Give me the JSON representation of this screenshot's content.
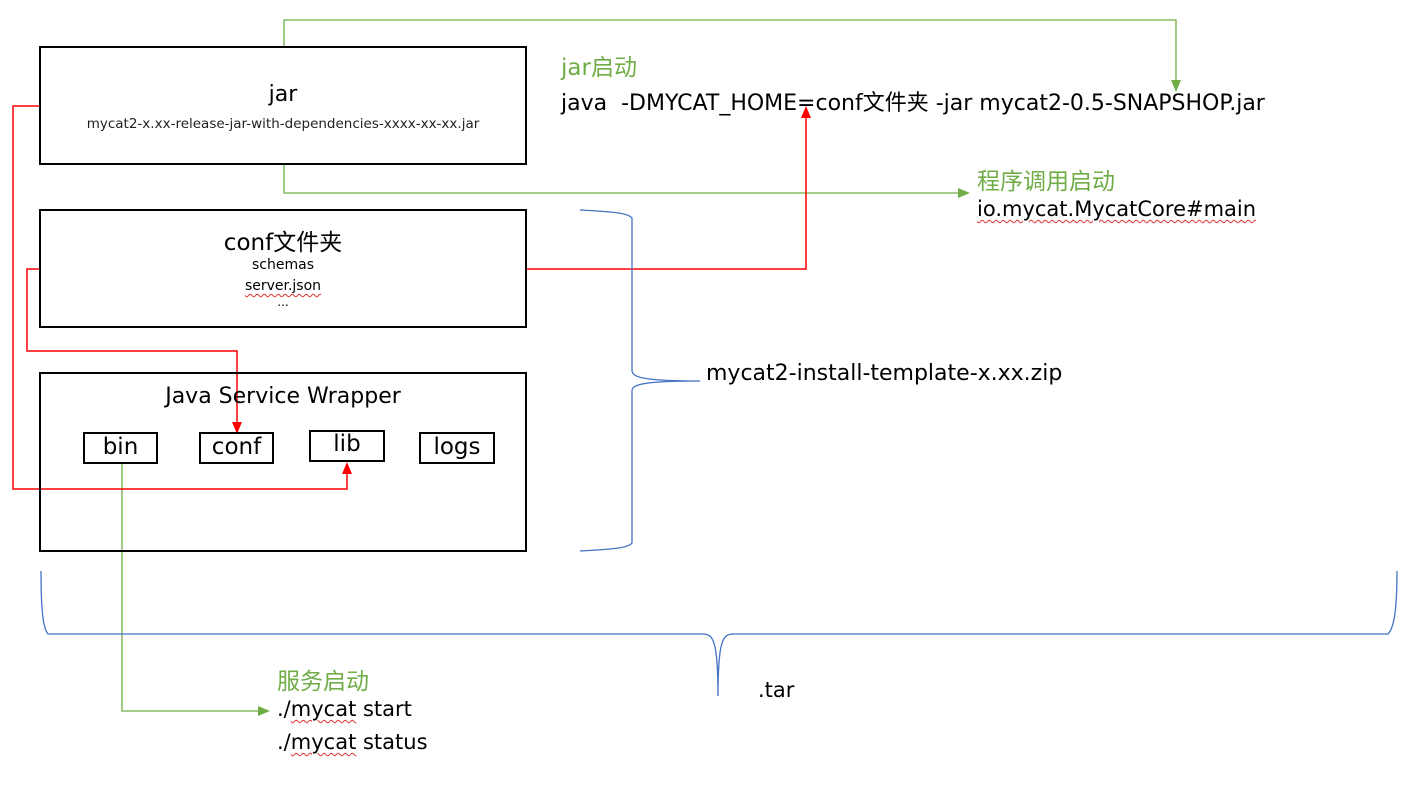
{
  "jar_box": {
    "title": "jar",
    "filename": "mycat2-x.xx-release-jar-with-dependencies-xxxx-xx-xx.jar"
  },
  "conf_box": {
    "title": "conf文件夹",
    "items": [
      "schemas",
      "server.json",
      "..."
    ]
  },
  "wrapper_box": {
    "title": "Java Service Wrapper",
    "folders": [
      "bin",
      "conf",
      "lib",
      "logs"
    ]
  },
  "jar_start": {
    "heading": "jar启动",
    "command_prefix": "java  -DMYCAT_HOME=conf文件夹 -jar mycat2-0.5-SNAPSHOP.jar"
  },
  "program_start": {
    "heading": "程序调用启动",
    "entry": "io.mycat.MycatCore#main"
  },
  "service_start": {
    "heading": "服务启动",
    "commands": [
      "./mycat start",
      "./mycat status"
    ]
  },
  "zip_label": "mycat2-install-template-x.xx.zip",
  "tar_label": ".tar",
  "colors": {
    "green": "#70ad47",
    "red": "#ff0000",
    "blue": "#4472c4",
    "black": "#000000"
  }
}
